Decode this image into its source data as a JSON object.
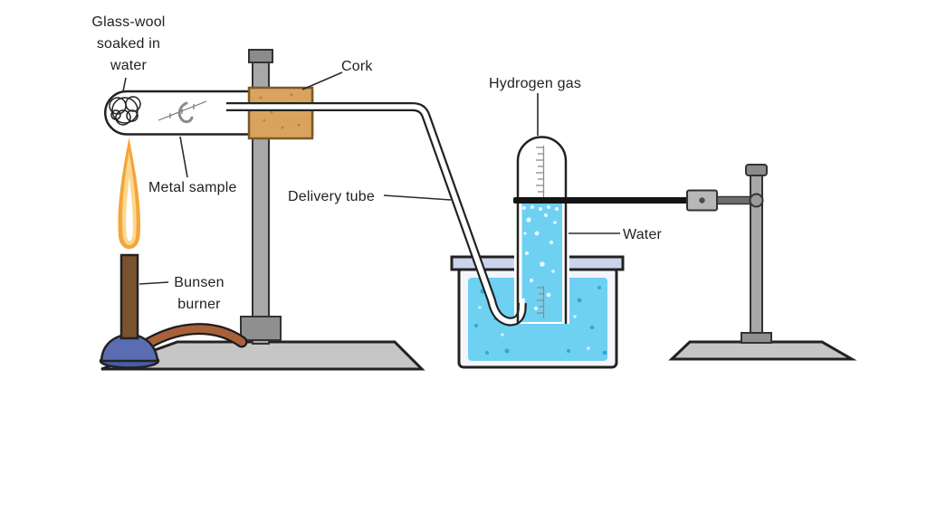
{
  "diagram": {
    "labels": {
      "glass_wool": "Glass-wool soaked in water",
      "cork": "Cork",
      "metal_sample": "Metal sample",
      "delivery_tube": "Delivery tube",
      "bunsen_burner": "Bunsen burner",
      "hydrogen_gas": "Hydrogen gas",
      "water": "Water"
    },
    "colors": {
      "background": "#ffffff",
      "outline": "#222222",
      "cork_tan": "#d9a35f",
      "water_blue": "#6fd1f2",
      "flame_orange": "#f4a53b",
      "flame_core_white": "#ffffff",
      "burner_base_blue": "#5a6db3",
      "burner_barrel_brown": "#7a5230",
      "hose_brown": "#a8613a",
      "stand_gray": "#a8a8a8",
      "base_gray": "#c6c6c6",
      "clamp_black": "#141414"
    }
  }
}
